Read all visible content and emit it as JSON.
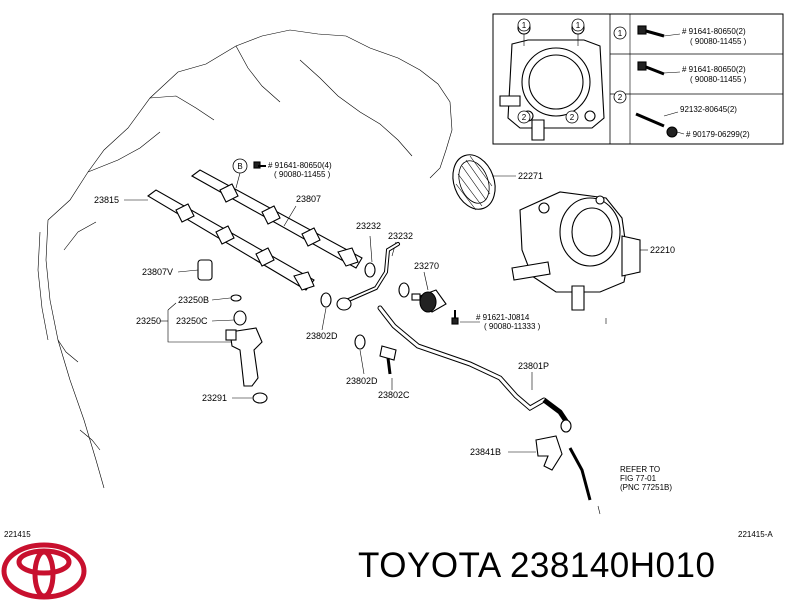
{
  "codes": {
    "left": "221415",
    "right": "221415-A"
  },
  "title": "TOYOTA 238140H010",
  "brand_color": "#c8102e",
  "inset": {
    "markers": [
      "1",
      "2"
    ],
    "rows": [
      {
        "line1": "# 91641-80650(2)",
        "line2": "( 90080-11455 )"
      },
      {
        "line1": "# 91641-80650(2)",
        "line2": "( 90080-11455 )"
      },
      {
        "line1": "92132-80645(2)",
        "line2": "# 90179-06299(2)"
      }
    ]
  },
  "callouts": {
    "b_marker": "B",
    "b_line1": "# 91641-80650(4)",
    "b_line2": "( 90080-11455 )",
    "p22271": "22271",
    "p22210": "22210",
    "p23815": "23815",
    "p23807": "23807",
    "p23232a": "23232",
    "p23232b": "23232",
    "p23270": "23270",
    "p23807v": "23807V",
    "p23250b": "23250B",
    "p23250": "23250",
    "p23250c": "23250C",
    "p23802d_a": "23802D",
    "p23802d_b": "23802D",
    "p23802c": "23802C",
    "p23291": "23291",
    "p23801p": "23801P",
    "p23841b": "23841B",
    "s91621_1": "# 91621-J0814",
    "s91621_2": "( 90080-11333 )",
    "refer1": "REFER TO",
    "refer2": "FIG 77-01",
    "refer3": "(PNC 77251B)"
  }
}
